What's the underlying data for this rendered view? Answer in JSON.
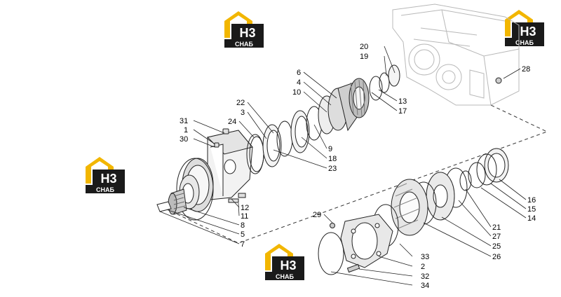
{
  "logo": {
    "mark": "H3",
    "caption": "СНАБ",
    "accent": "#f2b600"
  },
  "callouts": [
    {
      "id": "c1",
      "label": "1"
    },
    {
      "id": "c2",
      "label": "2"
    },
    {
      "id": "c3",
      "label": "3"
    },
    {
      "id": "c4",
      "label": "4"
    },
    {
      "id": "c5",
      "label": "5"
    },
    {
      "id": "c6",
      "label": "6"
    },
    {
      "id": "c7",
      "label": "7"
    },
    {
      "id": "c8",
      "label": "8"
    },
    {
      "id": "c9",
      "label": "9"
    },
    {
      "id": "c10",
      "label": "10"
    },
    {
      "id": "c11",
      "label": "11"
    },
    {
      "id": "c12",
      "label": "12"
    },
    {
      "id": "c13",
      "label": "13"
    },
    {
      "id": "c14",
      "label": "14"
    },
    {
      "id": "c15",
      "label": "15"
    },
    {
      "id": "c16",
      "label": "16"
    },
    {
      "id": "c17",
      "label": "17"
    },
    {
      "id": "c18",
      "label": "18"
    },
    {
      "id": "c19",
      "label": "19"
    },
    {
      "id": "c20",
      "label": "20"
    },
    {
      "id": "c21",
      "label": "21"
    },
    {
      "id": "c22",
      "label": "22"
    },
    {
      "id": "c23",
      "label": "23"
    },
    {
      "id": "c24",
      "label": "24"
    },
    {
      "id": "c25",
      "label": "25"
    },
    {
      "id": "c26",
      "label": "26"
    },
    {
      "id": "c27",
      "label": "27"
    },
    {
      "id": "c28",
      "label": "28"
    },
    {
      "id": "c29",
      "label": "29"
    },
    {
      "id": "c30",
      "label": "30"
    },
    {
      "id": "c31",
      "label": "31"
    },
    {
      "id": "c32",
      "label": "32"
    },
    {
      "id": "c33",
      "label": "33"
    },
    {
      "id": "c34",
      "label": "34"
    }
  ]
}
